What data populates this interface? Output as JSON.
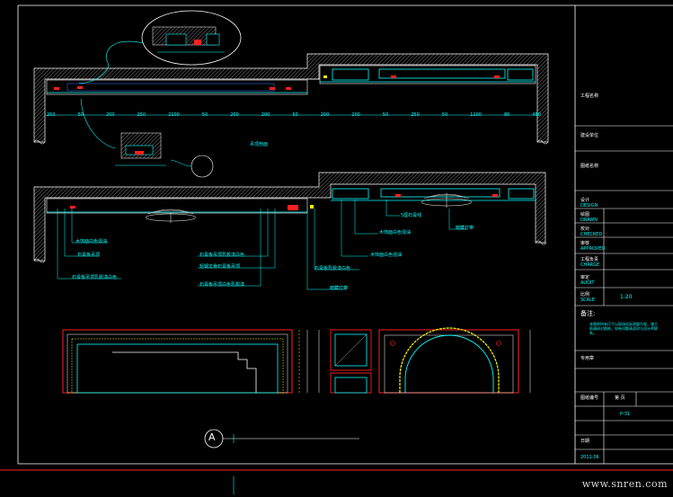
{
  "drawing": {
    "ceiling_label": "吊顶剖面",
    "section_marker": "A",
    "scale": "1:20",
    "upper_dims": [
      "250",
      "50",
      "200",
      "250",
      "2100",
      "50",
      "200",
      "200",
      "50",
      "200",
      "200",
      "50",
      "250",
      "50",
      "1100",
      "80",
      "450"
    ],
    "left_annotations": [
      "木饰面白色混油",
      "石膏板吊顶",
      "石膏板吊顶乳胶漆白色"
    ],
    "middle_annotations": [
      "石膏板吊顶乳胶漆白色",
      "轻钢龙骨石膏板吊顶",
      "石膏板吊顶白色乳胶漆",
      "暗藏灯带"
    ],
    "right_annotations": [
      "石膏板乳胶漆白色",
      "木饰面白色混油",
      "木饰面白色混油",
      "5厘石膏线",
      "暗藏灯带"
    ]
  },
  "title_block": {
    "project_label": "工程名称",
    "client_label": "建设单位",
    "drawing_label": "图纸名称",
    "rows": [
      {
        "label": "设计",
        "sub": "DESIGN"
      },
      {
        "label": "绘图",
        "sub": "DRAWN"
      },
      {
        "label": "校对",
        "sub": "CHECKED"
      },
      {
        "label": "审核",
        "sub": "APPROVED"
      },
      {
        "label": "工程负责",
        "sub": "CHARGE"
      },
      {
        "label": "审定",
        "sub": "AUDIT"
      },
      {
        "label": "比例",
        "sub": "SCALE"
      }
    ],
    "notes_label": "备注:",
    "notes_text": "本图纸所有尺寸以现场实际测量为准，施工前请核对图纸，如有问题请及时与设计师联系。",
    "stamp_label": "专用章",
    "drawing_no_label": "图纸编号",
    "drawing_no_value": "P-31",
    "sheet_label": "第 页",
    "date_label": "日期",
    "date_value": "2011.06"
  },
  "watermark": "www.snren.com"
}
